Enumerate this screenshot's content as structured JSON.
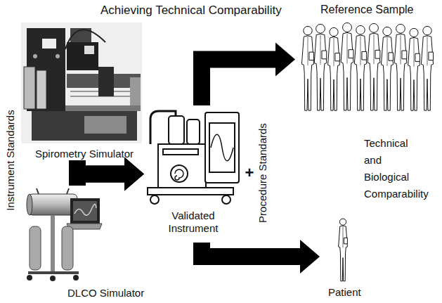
{
  "diagram": {
    "title": "Achieving Technical Comparability",
    "nodes": [
      {
        "text": [
          "Spirometry Simulator"
        ]
      },
      {
        "text": [
          "DLCO Simulator"
        ]
      },
      {
        "text": [
          "Validated Instrument"
        ]
      },
      {
        "text": [
          "Reference Sample"
        ]
      },
      {
        "text": [
          "Patient"
        ]
      }
    ],
    "edges": [
      {
        "from": 0,
        "to": 2,
        "arrow": "to"
      },
      {
        "from": 1,
        "to": 2,
        "arrow": "to"
      },
      {
        "from": 2,
        "to": 3,
        "arrow": "to"
      },
      {
        "from": 2,
        "to": 4,
        "arrow": "to"
      }
    ],
    "labels": [
      "Instrument Standards",
      "+",
      "Procedure Standards",
      "Technical and Biological Comparability"
    ]
  }
}
